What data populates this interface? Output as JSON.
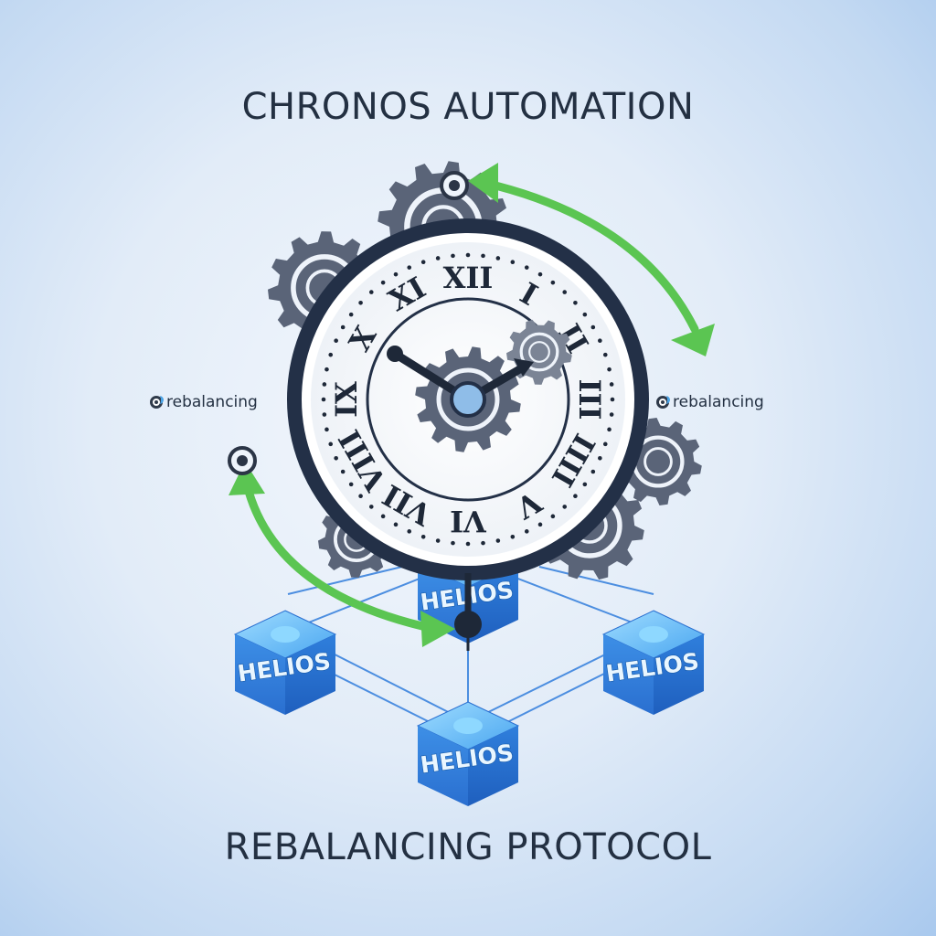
{
  "header": {
    "title": "CHRONOS AUTOMATION"
  },
  "footer": {
    "subtitle": "REBALANCING PROTOCOL"
  },
  "side_labels": {
    "left": "rebalancing",
    "right": "rebalancing"
  },
  "clock": {
    "numerals": [
      "XII",
      "I",
      "II",
      "III",
      "IIII",
      "V",
      "VI",
      "VII",
      "VIII",
      "IX",
      "X",
      "XI"
    ]
  },
  "nodes": [
    {
      "label": "HELIOS"
    },
    {
      "label": "HELIOS"
    },
    {
      "label": "HELIOS"
    },
    {
      "label": "HELIOS"
    }
  ],
  "icons": {
    "gears": "gear-icon",
    "cycle_arrows": "cycle-arrow-icon",
    "target": "target-icon"
  },
  "colors": {
    "background": "#dfeaf7",
    "text": "#233042",
    "clock_frame": "#233047",
    "gear": "#5a6478",
    "arrow": "#5bc552",
    "cube": "#3d8fe6",
    "cube_glow": "#8fd9ff",
    "connector": "#4c8ee0"
  }
}
